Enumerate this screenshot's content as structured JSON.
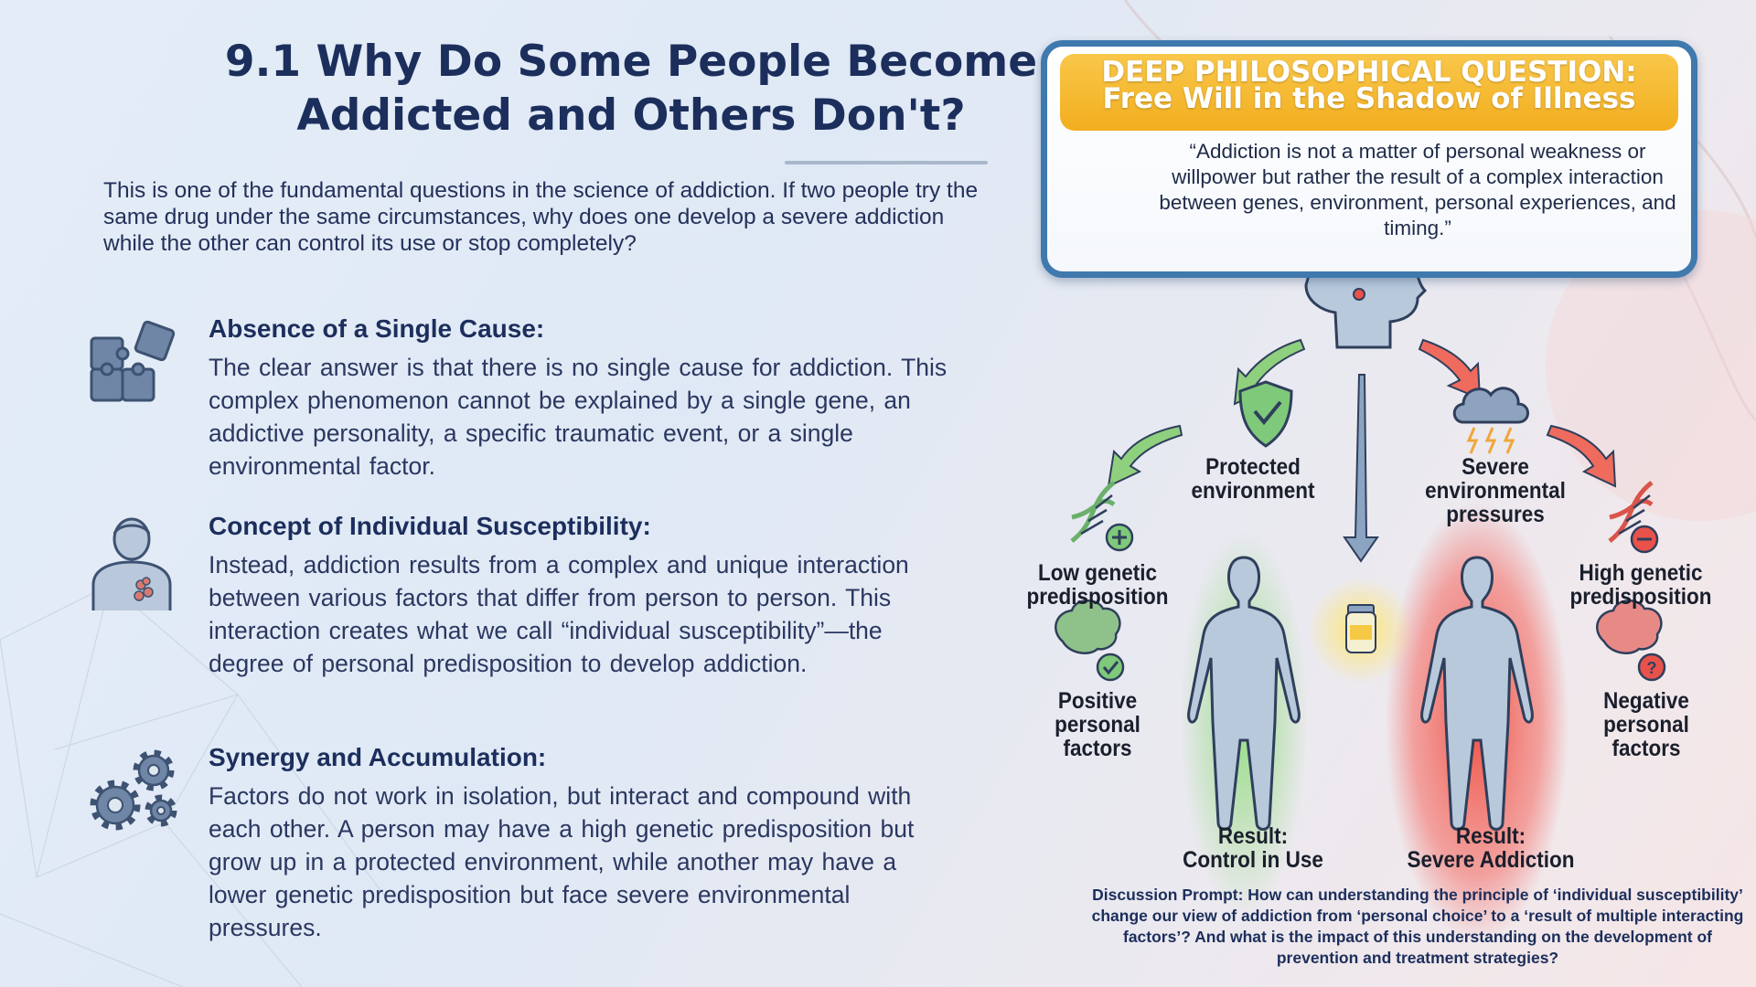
{
  "slide": {
    "title_line1": "9.1 Why Do Some People Become",
    "title_line2": "Addicted and Others Don't?",
    "intro": "This is one of the fundamental questions in the science of addiction. If two people try the same drug under the same circumstances, why does one develop a severe addiction while the other can control its use or stop completely?"
  },
  "sections": [
    {
      "icon": "puzzle-icon",
      "heading": "Absence of a Single Cause:",
      "body": "The clear answer is that there is no single cause for addiction. This complex phenomenon cannot be explained by a single gene, an addictive personality, a specific traumatic event, or a single environmental factor."
    },
    {
      "icon": "person-icon",
      "heading": "Concept of Individual Susceptibility:",
      "body": "Instead, addiction results from a complex and unique interaction between various factors that differ from person to person. This interaction creates what we call “individual susceptibility”—the degree of personal predisposition to develop addiction."
    },
    {
      "icon": "gears-icon",
      "heading": "Synergy and Accumulation:",
      "body": "Factors do not work in isolation, but interact and compound with each other. A person may have a high genetic predisposition but grow up in a protected environment, while another may have a lower genetic predisposition but face severe environmental pressures."
    }
  ],
  "question_box": {
    "banner_line1": "DEEP PHILOSOPHICAL QUESTION:",
    "banner_line2": "Free Will in the Shadow of Illness",
    "quote": "“Addiction is not a matter of personal weakness or willpower but rather the result of a complex interaction between genes, environment, personal experiences, and timing.”"
  },
  "diagram": {
    "protected_environment": "Protected environment",
    "severe_pressures": "Severe environmental pressures",
    "low_genetic": "Low genetic predisposition",
    "high_genetic": "High genetic predisposition",
    "positive_factors": "Positive personal factors",
    "negative_factors": "Negative personal factors",
    "result_control_1": "Result:",
    "result_control_2": "Control in Use",
    "result_severe_1": "Result:",
    "result_severe_2": "Severe Addiction",
    "colors": {
      "protect": "#7fc97a",
      "risk": "#e8524a",
      "body": "#b8c9dc"
    }
  },
  "discussion_prompt": "Discussion Prompt: How can understanding the principle of ‘individual susceptibility’ change our view of addiction from ‘personal choice’ to a ‘result of multiple interacting factors’? And what is the impact of this understanding on the development of prevention and treatment strategies?"
}
